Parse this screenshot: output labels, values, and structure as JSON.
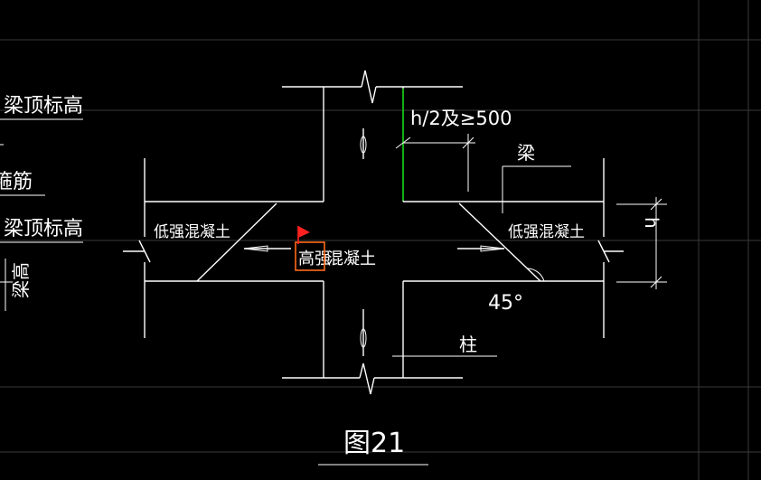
{
  "left_labels": {
    "beam_top_elevation_1": "梁顶标高",
    "stirrup": "箍筋",
    "beam_top_elevation_2": "梁顶标高",
    "vertical_label": "梁高"
  },
  "dimension": {
    "half_h": "h/2及≥500",
    "h": "h",
    "angle": "45°"
  },
  "region_labels": {
    "low_strength_left": "低强混凝土",
    "low_strength_right": "低强混凝土",
    "high_strength_part1": "高强",
    "high_strength_part2": "混凝土",
    "beam": "梁",
    "column": "柱"
  },
  "figure_caption": "图21",
  "colors": {
    "background": "#000000",
    "lines": "#ffffff",
    "grid": "#3a3a3a",
    "green_line": "#00c000",
    "flag": "#ff2020",
    "highlight_box": "#ff6a1a"
  }
}
